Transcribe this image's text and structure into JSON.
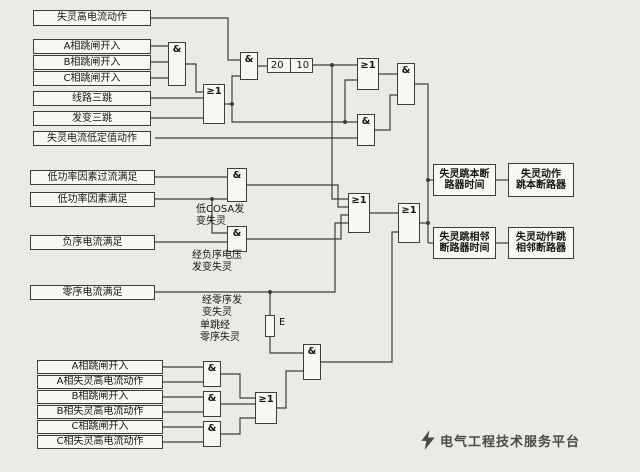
{
  "colors": {
    "background": "#ebeae6",
    "box_fill": "#f8f7f3",
    "line": "#3d3d3d",
    "text": "#161616"
  },
  "gates": {
    "and": "&",
    "or": "≥1"
  },
  "timer": {
    "t1": "20",
    "t2": "10"
  },
  "inputs_top": [
    "失灵高电流动作",
    "A相跳闸开入",
    "B相跳闸开入",
    "C相跳闸开入",
    "线路三跳",
    "发变三跳",
    "失灵电流低定值动作"
  ],
  "inputs_mid": [
    "低功率因素过流满足",
    "低功率因素满足",
    "负序电流满足",
    "零序电流满足"
  ],
  "inputs_bottom": [
    "A相跳闸开入",
    "A相失灵高电流动作",
    "B相跳闸开入",
    "B相失灵高电流动作",
    "C相跳闸开入",
    "C相失灵高电流动作"
  ],
  "wire_labels": {
    "low_cos": "低COSA发\n变失灵",
    "neg_seq": "经负序电压\n发变失灵",
    "zero_seq": "经零序发\n变失灵",
    "single_trip": "单跳经\n零序失灵",
    "link_e": "E"
  },
  "outputs": [
    "失灵跳本断\n路器时间",
    "失灵动作\n跳本断路器",
    "失灵跳相邻\n断路器时间",
    "失灵动作跳\n相邻断路器"
  ],
  "watermark": "电气工程技术服务平台"
}
